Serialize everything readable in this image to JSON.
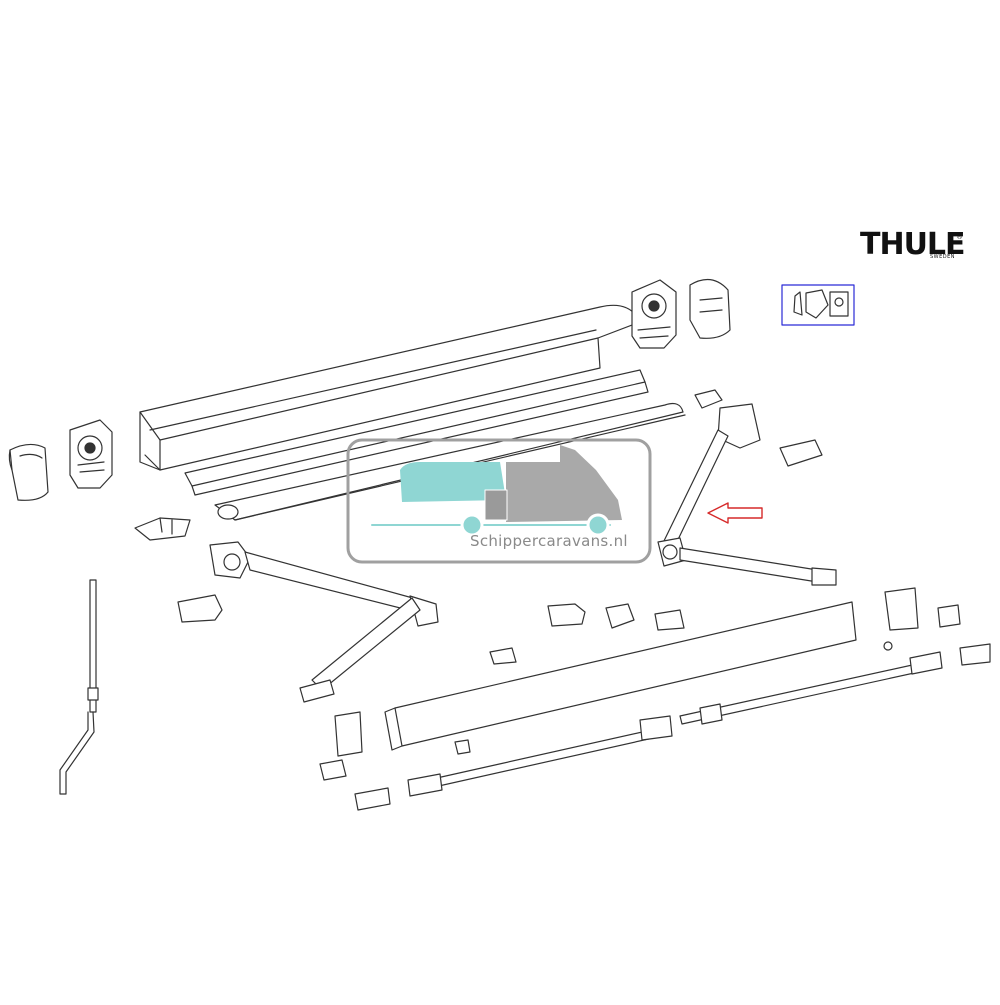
{
  "brand": {
    "logo_text": "THULE",
    "logo_subtext": "SWEDEN",
    "logo_mark": "®"
  },
  "watermark": {
    "text": "Schippercaravans.nl"
  },
  "highlight": {
    "arrow_color": "#d62a2a",
    "inset_box_color": "#2a2ad6",
    "watermark_teal": "#8fd6d3",
    "watermark_gray": "#9a9a9a"
  }
}
